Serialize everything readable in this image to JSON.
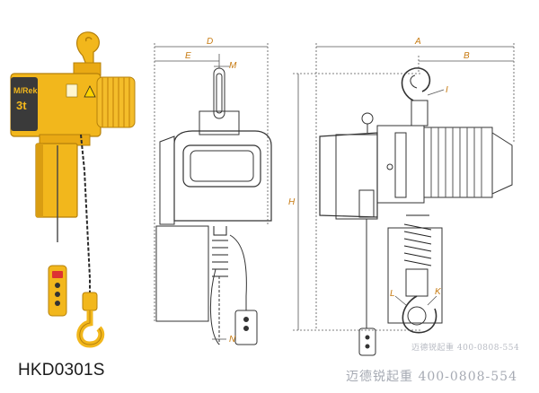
{
  "product": {
    "model_code": "HKD0301S"
  },
  "hoist_nameplate": {
    "brand": "M/Rek",
    "capacity": "3t"
  },
  "dimension_labels": {
    "A": "A",
    "B": "B",
    "D": "D",
    "E": "E",
    "M": "M",
    "H": "H",
    "I": "I",
    "L": "L",
    "K": "K",
    "N": "N"
  },
  "watermark": {
    "small": "迈德锐起重 400-0808-554",
    "large": "迈德锐起重 400-0808-554"
  },
  "colors": {
    "hoist_yellow": "#f2b71c",
    "hoist_shadow": "#c98a0c",
    "chain": "#2a2a2a",
    "drawing_line": "#333333",
    "dimension_line": "#555555",
    "dimension_text": "#c77a10"
  }
}
